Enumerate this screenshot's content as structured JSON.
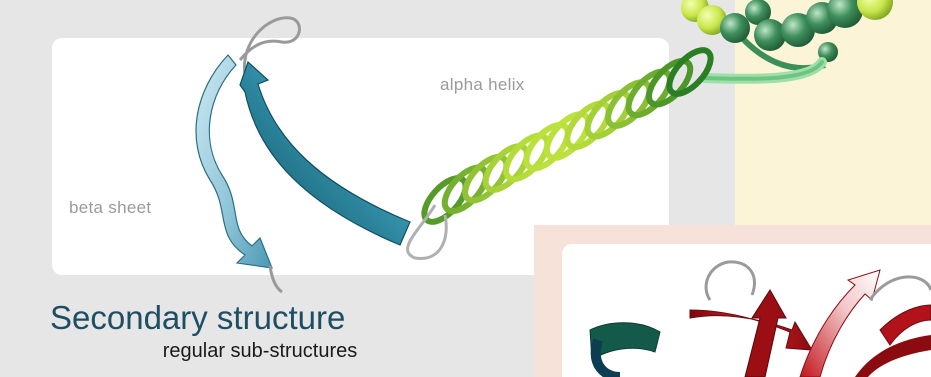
{
  "colors": {
    "primary_panel_bg": "#fcf4d6",
    "secondary_panel_bg": "#e6e6e6",
    "secondary_card_bg": "#ffffff",
    "tertiary_panel_bg": "#f7e2da",
    "tertiary_card_bg": "#ffffff",
    "helix_green": "#2f8a2a",
    "helix_light": "#b6e03a",
    "sheet_teal": "#1f6d84",
    "sheet_light": "#bfe3ee",
    "red_sheet": "#c2161d",
    "dark_red": "#7a0a0d",
    "pink": "#f3c7c9"
  },
  "labels": {
    "alpha_helix": "alpha helix",
    "beta_sheet": "beta sheet",
    "secondary_title": "Secondary structure",
    "secondary_subtitle": "regular sub-structures"
  },
  "icons": {
    "alpha_helix": "alpha-helix-ribbon",
    "beta_sheet": "beta-sheet-arrows",
    "primary_chain": "amino-acid-bead-chain",
    "tertiary_fold": "tertiary-fold-ribbon"
  }
}
